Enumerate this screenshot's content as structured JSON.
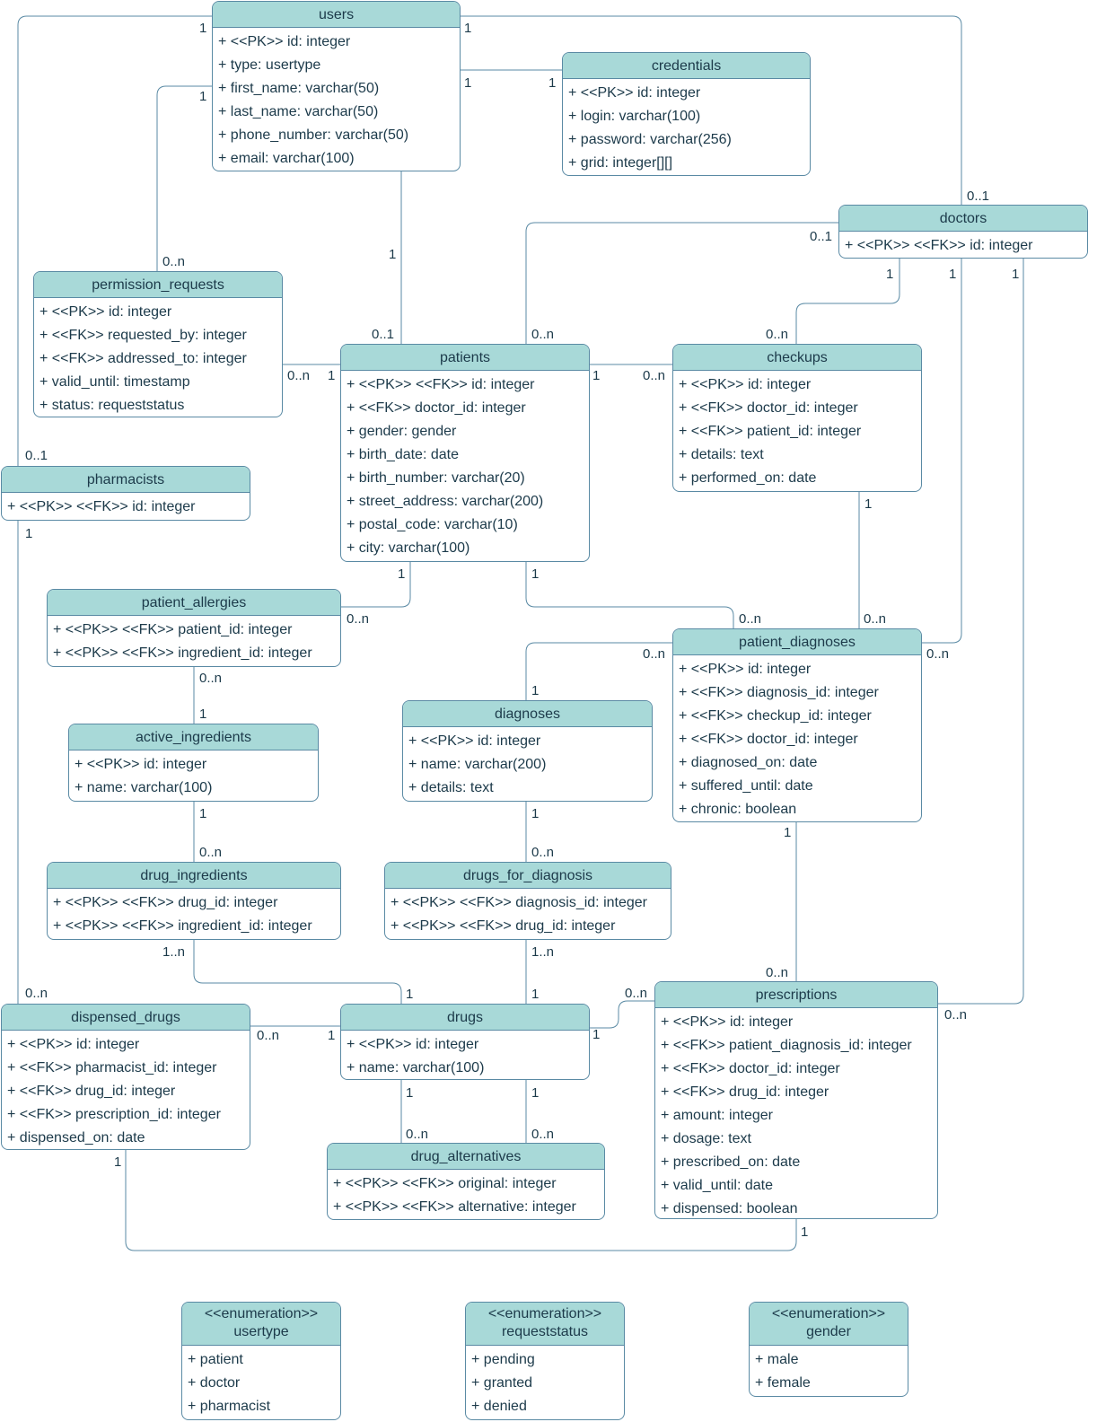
{
  "entities": {
    "users": {
      "name": "users",
      "attrs": [
        "+ <<PK>> id: integer",
        "+ type: usertype",
        "+ first_name: varchar(50)",
        "+ last_name: varchar(50)",
        "+ phone_number: varchar(50)",
        "+ email: varchar(100)"
      ]
    },
    "credentials": {
      "name": "credentials",
      "attrs": [
        "+ <<PK>> id: integer",
        "+ login: varchar(100)",
        "+ password: varchar(256)",
        "+ grid: integer[][]"
      ]
    },
    "doctors": {
      "name": "doctors",
      "attrs": [
        "+ <<PK>> <<FK>> id: integer"
      ]
    },
    "permission_requests": {
      "name": "permission_requests",
      "attrs": [
        "+ <<PK>> id: integer",
        "+ <<FK>> requested_by: integer",
        "+ <<FK>> addressed_to: integer",
        "+ valid_until: timestamp",
        "+ status: requeststatus"
      ]
    },
    "patients": {
      "name": "patients",
      "attrs": [
        "+ <<PK>> <<FK>> id: integer",
        "+ <<FK>> doctor_id: integer",
        "+ gender: gender",
        "+ birth_date: date",
        "+ birth_number: varchar(20)",
        "+ street_address: varchar(200)",
        "+ postal_code: varchar(10)",
        "+ city: varchar(100)"
      ]
    },
    "checkups": {
      "name": "checkups",
      "attrs": [
        "+ <<PK>> id: integer",
        "+ <<FK>> doctor_id: integer",
        "+ <<FK>> patient_id: integer",
        "+ details: text",
        "+ performed_on: date"
      ]
    },
    "pharmacists": {
      "name": "pharmacists",
      "attrs": [
        "+ <<PK>> <<FK>> id: integer"
      ]
    },
    "patient_allergies": {
      "name": "patient_allergies",
      "attrs": [
        "+ <<PK>> <<FK>> patient_id: integer",
        "+ <<PK>> <<FK>> ingredient_id: integer"
      ]
    },
    "patient_diagnoses": {
      "name": "patient_diagnoses",
      "attrs": [
        "+ <<PK>> id: integer",
        "+ <<FK>> diagnosis_id: integer",
        "+ <<FK>> checkup_id: integer",
        "+ <<FK>> doctor_id: integer",
        "+ diagnosed_on: date",
        "+ suffered_until: date",
        "+ chronic: boolean"
      ]
    },
    "diagnoses": {
      "name": "diagnoses",
      "attrs": [
        "+ <<PK>> id: integer",
        "+ name: varchar(200)",
        "+ details: text"
      ]
    },
    "active_ingredients": {
      "name": "active_ingredients",
      "attrs": [
        "+ <<PK>> id: integer",
        "+ name: varchar(100)"
      ]
    },
    "drug_ingredients": {
      "name": "drug_ingredients",
      "attrs": [
        "+ <<PK>> <<FK>> drug_id: integer",
        "+ <<PK>> <<FK>> ingredient_id: integer"
      ]
    },
    "drugs_for_diagnosis": {
      "name": "drugs_for_diagnosis",
      "attrs": [
        "+ <<PK>> <<FK>> diagnosis_id: integer",
        "+ <<PK>> <<FK>> drug_id: integer"
      ]
    },
    "dispensed_drugs": {
      "name": "dispensed_drugs",
      "attrs": [
        "+ <<PK>> id: integer",
        "+ <<FK>> pharmacist_id: integer",
        "+ <<FK>> drug_id: integer",
        "+ <<FK>> prescription_id: integer",
        "+ dispensed_on: date"
      ]
    },
    "drugs": {
      "name": "drugs",
      "attrs": [
        "+ <<PK>> id: integer",
        "+ name: varchar(100)"
      ]
    },
    "prescriptions": {
      "name": "prescriptions",
      "attrs": [
        "+ <<PK>> id: integer",
        "+ <<FK>> patient_diagnosis_id: integer",
        "+ <<FK>> doctor_id: integer",
        "+ <<FK>> drug_id: integer",
        "+ amount: integer",
        "+ dosage: text",
        "+ prescribed_on: date",
        "+ valid_until: date",
        "+ dispensed: boolean"
      ]
    },
    "drug_alternatives": {
      "name": "drug_alternatives",
      "attrs": [
        "+ <<PK>> <<FK>> original: integer",
        "+ <<PK>> <<FK>> alternative: integer"
      ]
    },
    "usertype": {
      "stereotype": "<<enumeration>>",
      "name": "usertype",
      "attrs": [
        "+ patient",
        "+ doctor",
        "+ pharmacist"
      ]
    },
    "requeststatus": {
      "stereotype": "<<enumeration>>",
      "name": "requeststatus",
      "attrs": [
        "+ pending",
        "+ granted",
        "+ denied"
      ]
    },
    "gender": {
      "stereotype": "<<enumeration>>",
      "name": "gender",
      "attrs": [
        "+ male",
        "+ female"
      ]
    }
  },
  "cardinalities": [
    "1",
    "1",
    "1",
    "1",
    "1",
    "0..1",
    "0..1",
    "0..n",
    "1",
    "0..1",
    "0..n",
    "0..n",
    "1",
    "0..n",
    "1",
    "0..n",
    "1",
    "1",
    "1",
    "0..1",
    "1",
    "1",
    "0..n",
    "1",
    "1",
    "0..n",
    "0..n",
    "0..n",
    "0..n",
    "0..n",
    "1",
    "1",
    "0..n",
    "1",
    "0..n",
    "1",
    "0..n",
    "1..n",
    "1",
    "1..n",
    "1",
    "0..n",
    "1",
    "0..n",
    "1",
    "0..n",
    "0..n",
    "1",
    "1",
    "1",
    "0..n",
    "0..n",
    "1",
    "1"
  ],
  "colors": {
    "header": "#a8d9d8",
    "border": "#5a8aa4",
    "text": "#1c3a4a"
  }
}
